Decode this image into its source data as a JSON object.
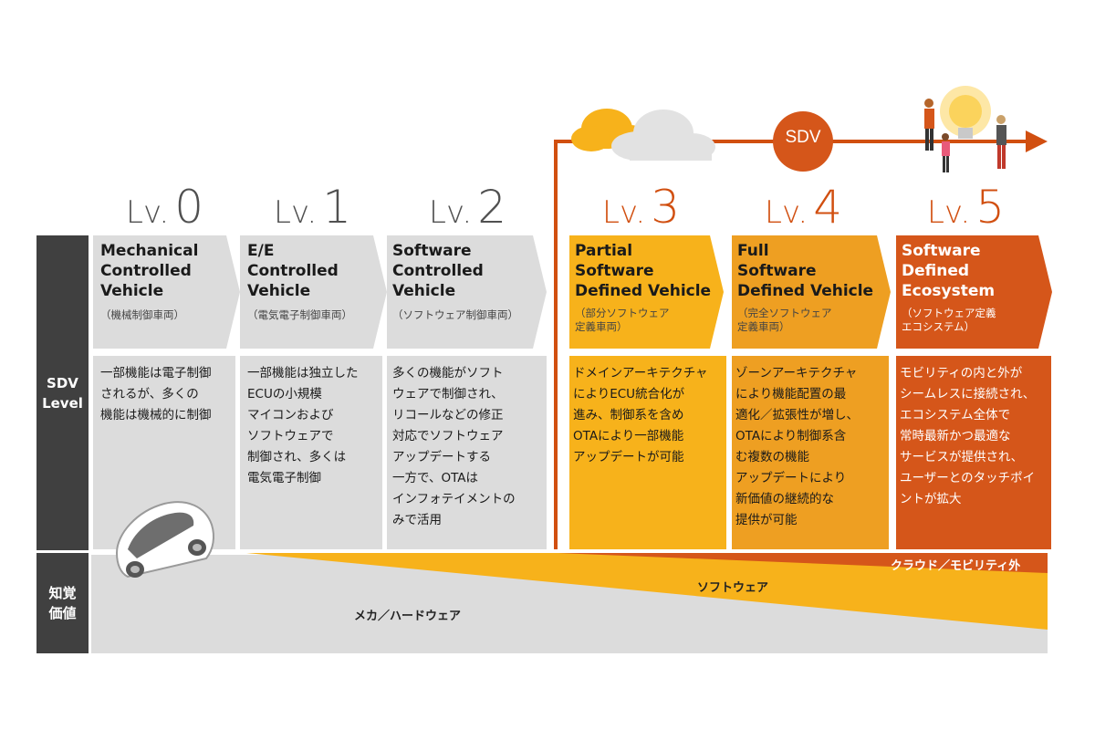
{
  "side_labels": {
    "sdv_level": "SDV\nLevel",
    "perceived_value": "知覚\n価値"
  },
  "levels": [
    {
      "prefix": "Lv.",
      "num": "0",
      "title": "Mechanical\nControlled\nVehicle",
      "subtitle": "（機械制御車両）",
      "description": "一部機能は電子制御\nされるが、多くの\n機能は機械的に制御",
      "color": "#dcdcdc"
    },
    {
      "prefix": "Lv.",
      "num": "1",
      "title": "E/E\nControlled\nVehicle",
      "subtitle": "（電気電子制御車両）",
      "description": "一部機能は独立した\nECUの小規模\nマイコンおよび\nソフトウェアで\n制御され、多くは\n電気電子制御",
      "color": "#dcdcdc"
    },
    {
      "prefix": "Lv.",
      "num": "2",
      "title": "Software\nControlled\nVehicle",
      "subtitle": "（ソフトウェア制御車両）",
      "description": "多くの機能がソフト\nウェアで制御され、\nリコールなどの修正\n対応でソフトウェア\nアップデートする\n一方で、OTAは\nインフォテイメントの\nみで活用",
      "color": "#dcdcdc"
    },
    {
      "prefix": "Lv.",
      "num": "3",
      "title": "Partial\nSoftware\nDefined Vehicle",
      "subtitle": "（部分ソフトウェア\n定義車両）",
      "description": "ドメインアーキテクチャ\nによりECU統合化が\n進み、制御系を含め\nOTAにより一部機能\nアップデートが可能",
      "color": "#f7b21b"
    },
    {
      "prefix": "Lv.",
      "num": "4",
      "title": "Full\nSoftware\nDefined Vehicle",
      "subtitle": "（完全ソフトウェア\n定義車両）",
      "description": "ゾーンアーキテクチャ\nにより機能配置の最\n適化／拡張性が増し、\nOTAにより制御系含\nむ複数の機能\nアップデートにより\n新価値の継続的な\n提供が可能",
      "color": "#ee9f22"
    },
    {
      "prefix": "Lv.",
      "num": "5",
      "title": "Software\nDefined\nEcosystem",
      "subtitle": "（ソフトウェア定義\nエコシステム）",
      "description": "モビリティの内と外が\nシームレスに接続され、\nエコシステム全体で\n常時最新かつ最適な\nサービスが提供され、\nユーザーとのタッチポイ\nントが拡大",
      "color": "#d5561a"
    }
  ],
  "sdv_badge": "SDV",
  "layers": {
    "cloud": "クラウド／モビリティ外",
    "software": "ソフトウェア",
    "hardware": "メカ／ハードウェア"
  },
  "colors": {
    "sidebar": "#404040",
    "orange_line": "#d14f10",
    "software_band": "#f7b21b",
    "grey_band": "#dcdcdc"
  }
}
